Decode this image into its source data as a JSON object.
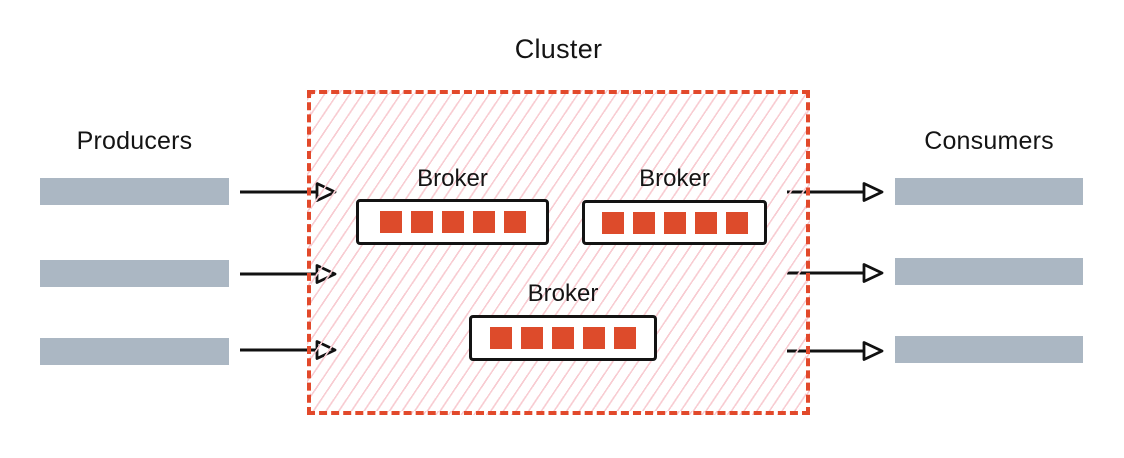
{
  "diagram": {
    "title": "Cluster",
    "producers_label": "Producers",
    "consumers_label": "Consumers",
    "producer_count": 3,
    "consumer_count": 3,
    "brokers": [
      {
        "label": "Broker",
        "partitions": 5
      },
      {
        "label": "Broker",
        "partitions": 5
      },
      {
        "label": "Broker",
        "partitions": 5
      }
    ]
  },
  "colors": {
    "accent-red": "#dd4b2b",
    "border-red": "#e2492b",
    "hatch-pink": "#f8ccd2",
    "bar-gray": "#abb7c3",
    "ink": "#141414",
    "background": "#ffffff"
  }
}
